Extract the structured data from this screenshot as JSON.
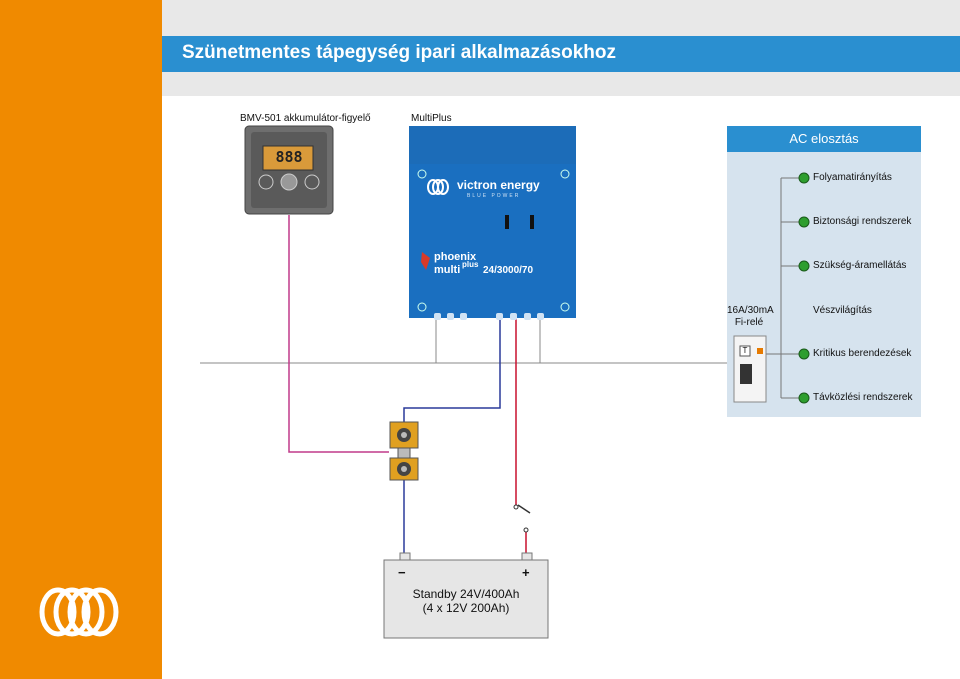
{
  "title": "Szünetmentes tápegység ipari alkalmazásokhoz",
  "bmv": {
    "label": "BMV-501 akkumulátor-figyelő",
    "display": "888"
  },
  "multiplus": {
    "label": "MultiPlus",
    "brand": "victron energy",
    "brand_sub": "BLUE POWER",
    "product_line1": "phoenix",
    "product_line2": "multi",
    "product_sup": "plus",
    "model": "24/3000/70"
  },
  "ac": {
    "header": "AC elosztás",
    "items": [
      "Folyamatirányítás",
      "Biztonsági rendszerek",
      "Szükség-áramellátás",
      "Vészvilágítás",
      "Kritikus berendezések",
      "Távközlési rendszerek"
    ],
    "relay_line1": "16A/30mA",
    "relay_line2": "Fi-relé",
    "relay_test": "T"
  },
  "battery": {
    "minus": "−",
    "plus": "+",
    "line1": "Standby 24V/400Ah",
    "line2": "(4 x 12V 200Ah)"
  },
  "colors": {
    "sidebar": "#f08a00",
    "title_bar": "#2a8fd0",
    "ac_panel": "#d6e3ee",
    "inverter": "#1a6fc0",
    "wire_pink": "#c03a8a",
    "wire_red": "#c8102e",
    "wire_blue": "#2a3a9a",
    "led_green": "#2e9e2e"
  }
}
